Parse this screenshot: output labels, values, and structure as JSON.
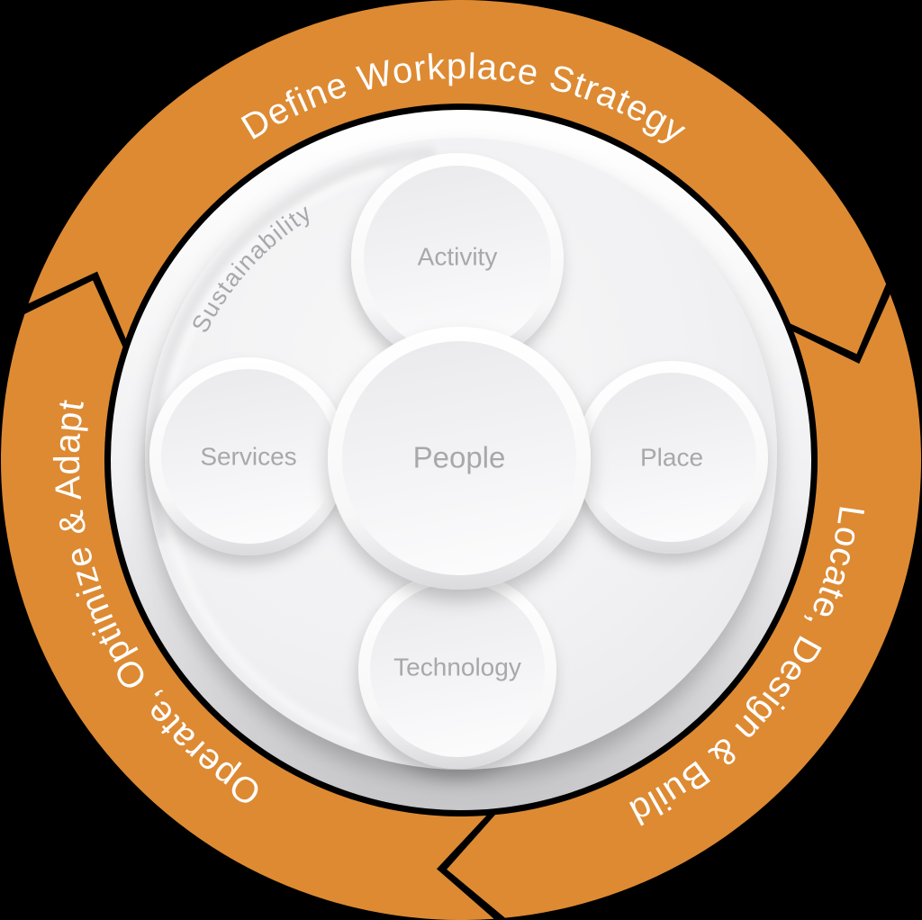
{
  "diagram": {
    "background_color": "#000000",
    "ring": {
      "color": "#DD8A33",
      "text_color": "#FFFFFF",
      "flow": "clockwise",
      "segments": [
        {
          "id": "define-workplace-strategy",
          "label": "Define Workplace Strategy",
          "position": "top"
        },
        {
          "id": "locate-design-build",
          "label": "Locate, Design & Build",
          "position": "right"
        },
        {
          "id": "operate-optimize-adapt",
          "label": "Operate, Optimize & Adapt",
          "position": "left"
        }
      ]
    },
    "hub": {
      "label_color": "#A8A8AB",
      "sustainability_label": "Sustainability",
      "center_circle": {
        "label": "People"
      },
      "satellite_circles": [
        {
          "label": "Activity",
          "position": "top"
        },
        {
          "label": "Services",
          "position": "left"
        },
        {
          "label": "Place",
          "position": "right"
        },
        {
          "label": "Technology",
          "position": "bottom"
        }
      ]
    }
  }
}
